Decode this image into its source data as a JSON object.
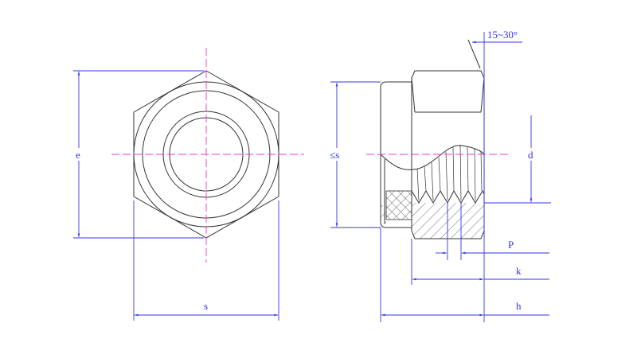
{
  "front_view": {
    "labels": {
      "e": "e",
      "s": "s"
    }
  },
  "side_view": {
    "labels": {
      "s_max": "≤s",
      "d": "d",
      "P": "P",
      "k": "k",
      "h": "h",
      "angle": "15~30°"
    }
  },
  "colors": {
    "outline": "#333333",
    "dimension": "#3333ee",
    "centerline": "#ff33cc"
  }
}
